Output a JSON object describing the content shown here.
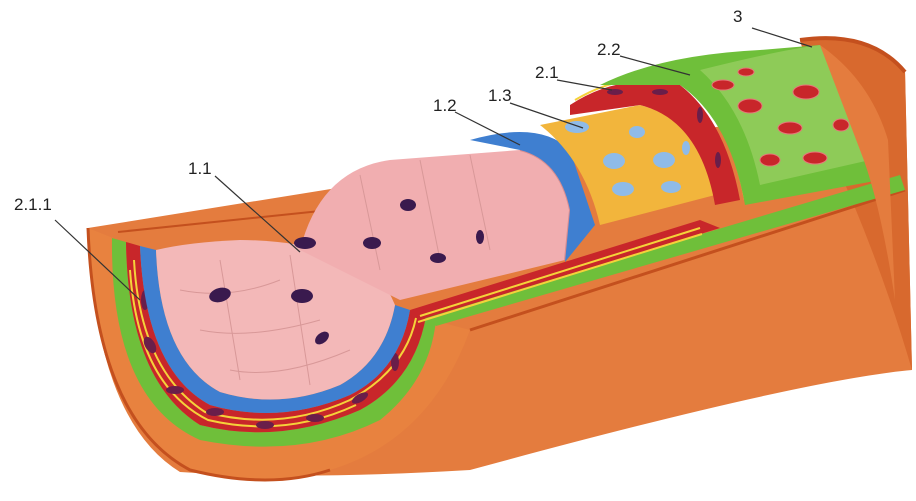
{
  "diagram": {
    "subject": "artery-wall-cross-section",
    "labels": [
      {
        "id": "l_1_1",
        "text": "1.1"
      },
      {
        "id": "l_1_2",
        "text": "1.2"
      },
      {
        "id": "l_1_3",
        "text": "1.3"
      },
      {
        "id": "l_2_1",
        "text": "2.1"
      },
      {
        "id": "l_2_1_1",
        "text": "2.1.1"
      },
      {
        "id": "l_2_2",
        "text": "2.2"
      },
      {
        "id": "l_3",
        "text": "3"
      }
    ],
    "colors": {
      "adventitia": "#e07a3c",
      "adventitia_dark": "#c4501e",
      "muscle": "#c8262a",
      "muscle_cells": "#6a1e4a",
      "elastic_fibers": "#f5d23a",
      "external_green": "#6fbf3a",
      "basement_blue": "#3f7fd0",
      "subendothelial_yellow": "#f2b53c",
      "endothelium_pink": "#f3b8b8",
      "nuclei": "#3a1a4e",
      "light_nuclei": "#8fbbe8"
    }
  }
}
